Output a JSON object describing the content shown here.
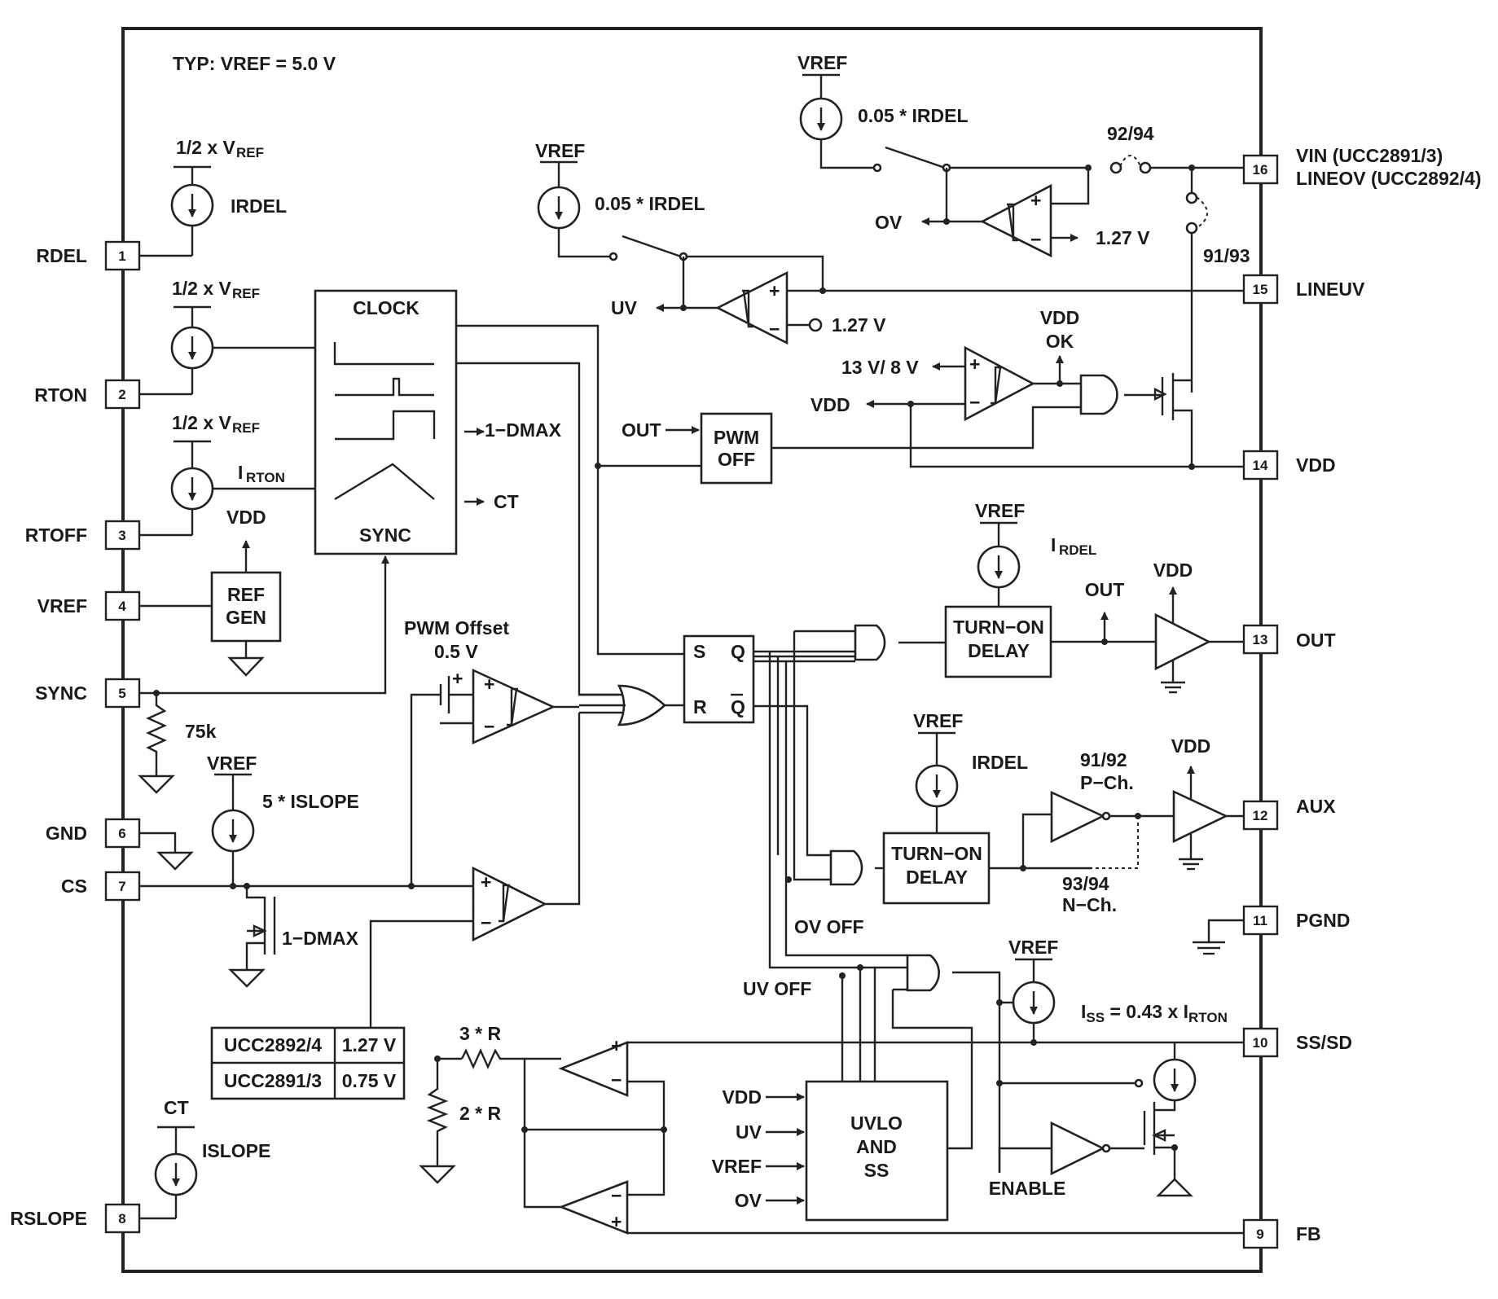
{
  "note": "TYP: VREF = 5.0 V",
  "pins_left": [
    {
      "num": "1",
      "name": "RDEL"
    },
    {
      "num": "2",
      "name": "RTON"
    },
    {
      "num": "3",
      "name": "RTOFF"
    },
    {
      "num": "4",
      "name": "VREF"
    },
    {
      "num": "5",
      "name": "SYNC"
    },
    {
      "num": "6",
      "name": "GND"
    },
    {
      "num": "7",
      "name": "CS"
    },
    {
      "num": "8",
      "name": "RSLOPE"
    }
  ],
  "pins_right": [
    {
      "num": "16",
      "name": "VIN (UCC2891/3)",
      "name2": "LINEOV (UCC2892/4)"
    },
    {
      "num": "15",
      "name": "LINEUV"
    },
    {
      "num": "14",
      "name": "VDD"
    },
    {
      "num": "13",
      "name": "OUT"
    },
    {
      "num": "12",
      "name": "AUX"
    },
    {
      "num": "11",
      "name": "PGND"
    },
    {
      "num": "10",
      "name": "SS/SD"
    },
    {
      "num": "9",
      "name": "FB"
    }
  ],
  "sources": {
    "half_vref_1": {
      "main": "1/2 x V",
      "sub": "REF"
    },
    "half_vref_2": {
      "main": "1/2 x V",
      "sub": "REF"
    },
    "half_vref_3": {
      "main": "1/2 x V",
      "sub": "REF"
    },
    "irdel_left": "IRDEL",
    "irton": {
      "main": "I",
      "sub": "RTON"
    },
    "vref_top": "VREF",
    "irdel_005_top": "0.05 * IRDEL",
    "vref_mid": "VREF",
    "irdel_005_mid": "0.05 * IRDEL",
    "vref_out": "VREF",
    "irdel_out": {
      "main": "I",
      "sub": "RDEL"
    },
    "vref_aux": "VREF",
    "irdel_aux": "IRDEL",
    "vref_cs": "VREF",
    "islope5": "5 * ISLOPE",
    "ct_src": "CT",
    "islope": "ISLOPE",
    "vref_ss": "VREF",
    "iss": {
      "p1": "I",
      "s1": "SS",
      "p2": " = 0.43 x I",
      "s2": "RTON"
    }
  },
  "blocks": {
    "clock": "CLOCK",
    "sync": "SYNC",
    "one_dmax": "1−DMAX",
    "ct_out": "CT",
    "ref_gen_1": "REF",
    "ref_gen_2": "GEN",
    "vdd_refgen": "VDD",
    "pwm_off_1": "PWM",
    "pwm_off_2": "OFF",
    "out_in": "OUT",
    "turnon_1": "TURN−ON",
    "turnon_2": "DELAY",
    "uvlo_1": "UVLO",
    "uvlo_2": "AND",
    "uvlo_3": "SS",
    "sr_s": "S",
    "sr_q": "Q",
    "sr_r": "R",
    "sr_qb": "Q"
  },
  "labels": {
    "ov": "OV",
    "uv": "UV",
    "v127_top": "1.27 V",
    "v127_mid": "1.27 V",
    "vdd_ok_1": "VDD",
    "vdd_ok_2": "OK",
    "v13_8": "13 V/ 8 V",
    "vdd_left": "VDD",
    "out_label": "OUT",
    "vdd_out": "VDD",
    "vdd_aux": "VDD",
    "pch_1": "91/92",
    "pch_2": "P−Ch.",
    "nch_1": "93/94",
    "nch_2": "N−Ch.",
    "opt_9294": "92/94",
    "opt_9193": "91/93",
    "pwm_offset": "PWM Offset",
    "v05": "0.5 V",
    "r75k": "75k",
    "dmax_fet": "1−DMAX",
    "ov_off": "OV OFF",
    "uv_off": "UV OFF",
    "r3": "3 * R",
    "r2": "2 * R",
    "enable": "ENABLE",
    "uvlo_in_vdd": "VDD",
    "uvlo_in_uv": "UV",
    "uvlo_in_vref": "VREF",
    "uvlo_in_ov": "OV"
  },
  "table": [
    {
      "part": "UCC2892/4",
      "value": "1.27 V"
    },
    {
      "part": "UCC2891/3",
      "value": "0.75 V"
    }
  ]
}
